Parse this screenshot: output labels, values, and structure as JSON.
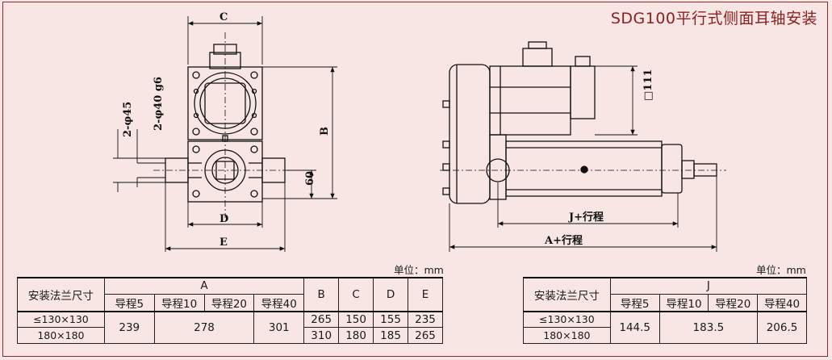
{
  "title": "SDG100平行式侧面耳轴安装",
  "left_view": {
    "dims": {
      "C": "C",
      "B": "B",
      "D": "D",
      "E": "E",
      "d60": "60",
      "d45": "2-φ45",
      "d40": "2-φ40 g6"
    }
  },
  "right_view": {
    "dims": {
      "d111": "□111",
      "J": "J+行程",
      "A": "A+行程"
    }
  },
  "table_left": {
    "unit": "单位：mm",
    "col_flange": "安装法兰尺寸",
    "col_A": "A",
    "sub": [
      "导程5",
      "导程10",
      "导程20",
      "导程40"
    ],
    "col_B": "B",
    "col_C": "C",
    "col_D": "D",
    "col_E": "E",
    "rows": [
      {
        "flange": "≤130×130",
        "B": "265",
        "C": "150",
        "D": "155",
        "E": "235"
      },
      {
        "flange": "180×180",
        "B": "310",
        "C": "180",
        "D": "185",
        "E": "265"
      }
    ],
    "a_values": {
      "lead5": "239",
      "lead10_20": "278",
      "lead40": "301"
    }
  },
  "table_right": {
    "unit": "单位：mm",
    "col_flange": "安装法兰尺寸",
    "col_J": "J",
    "sub": [
      "导程5",
      "导程10",
      "导程20",
      "导程40"
    ],
    "rows": [
      {
        "flange": "≤130×130"
      },
      {
        "flange": "180×180"
      }
    ],
    "j_values": {
      "lead5": "144.5",
      "lead10_20": "183.5",
      "lead40": "206.5"
    }
  },
  "colors": {
    "frame": "#8b2a2a",
    "title": "#8b1f1f",
    "background": "#f7e6e4"
  }
}
